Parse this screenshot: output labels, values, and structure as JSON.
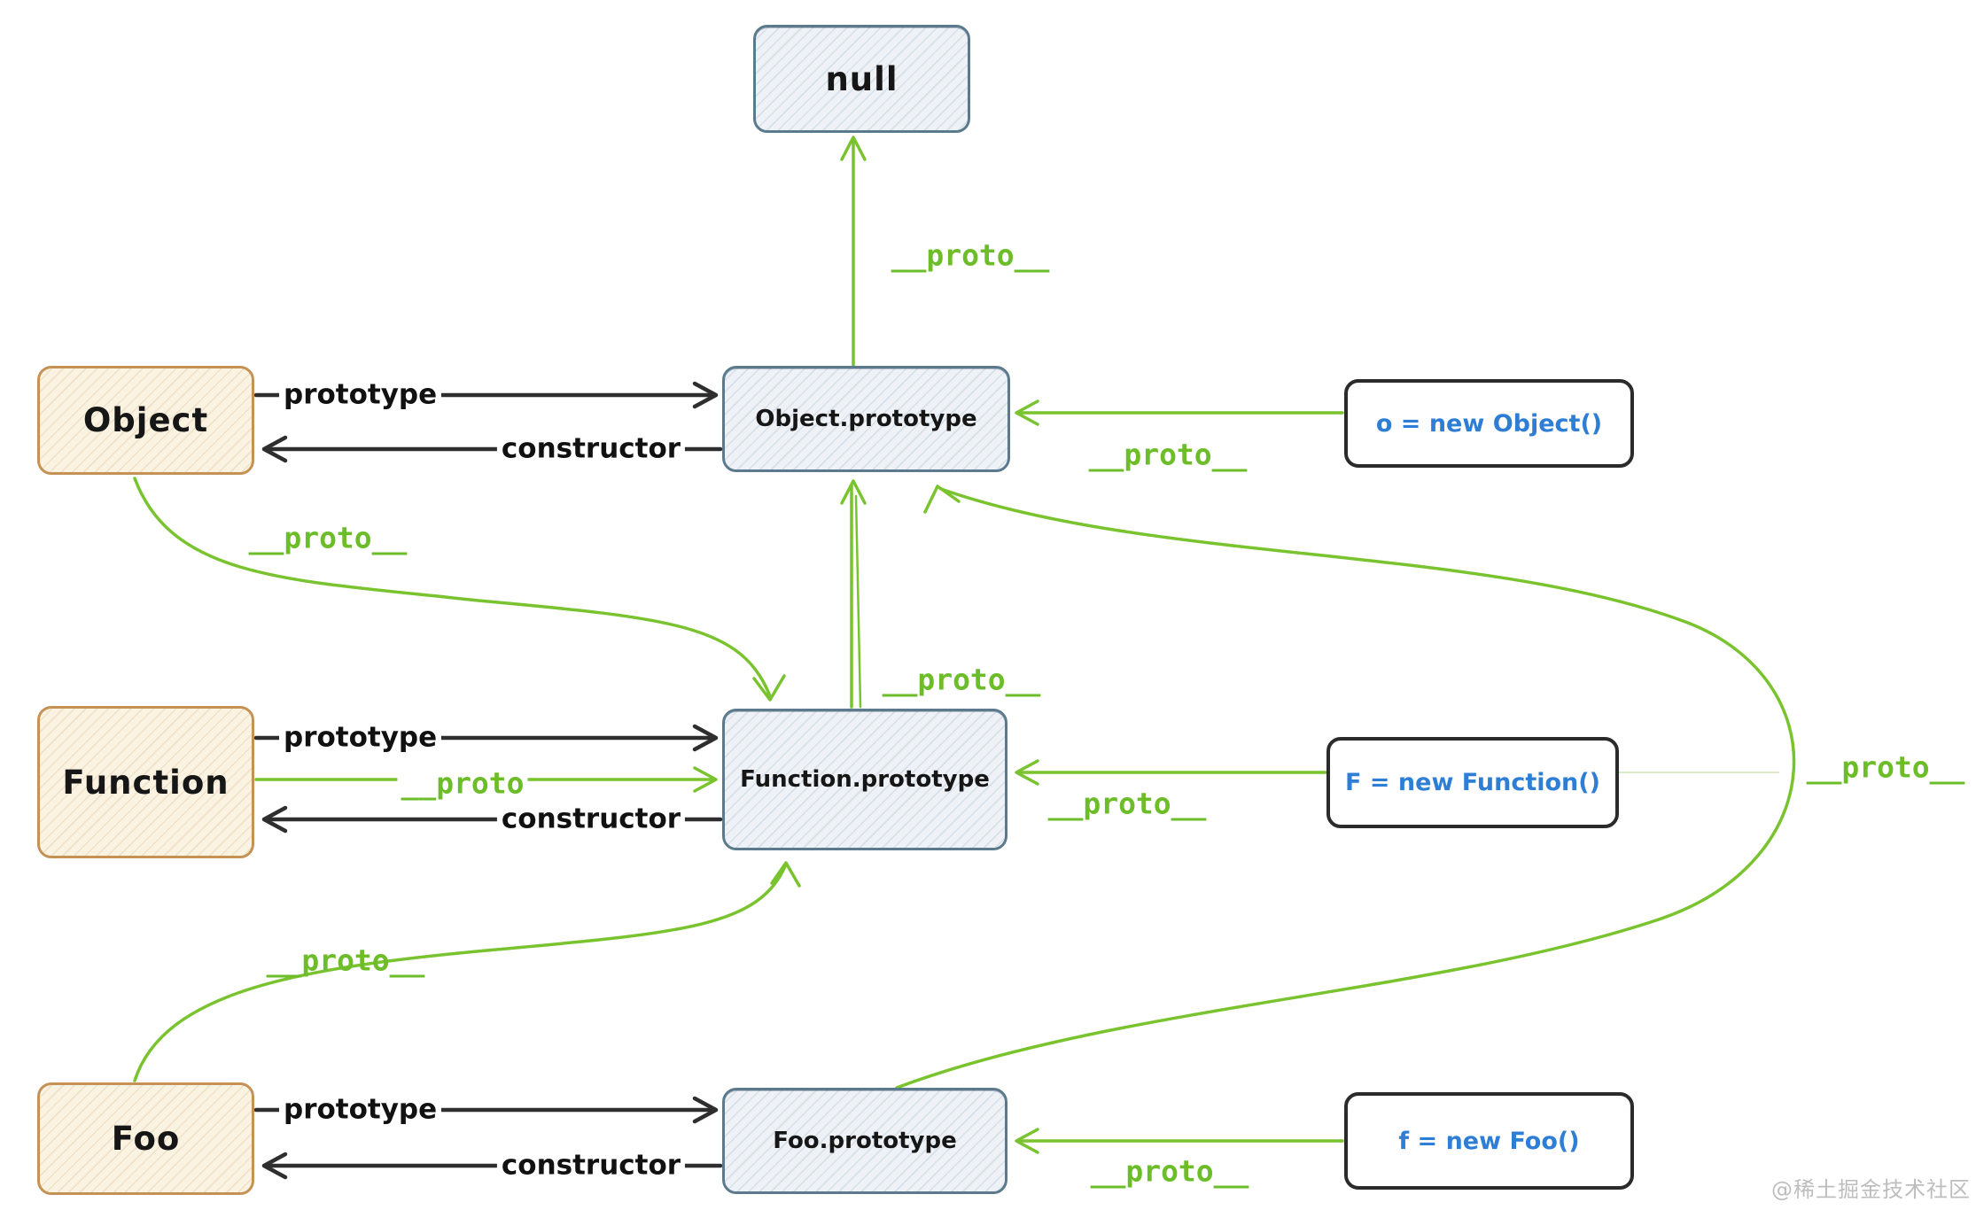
{
  "diagram": {
    "title": "JavaScript prototype chain diagram",
    "watermark": "@稀土掘金技术社区",
    "colors": {
      "green_arrow": "#79c32f",
      "black_arrow": "#2e2e2e",
      "instance_text_blue": "#2e7ed6",
      "prototype_box_fill": "#eef2f7",
      "prototype_box_border": "#5b7a8d",
      "class_box_fill": "#faf3e2",
      "class_box_border": "#c49255",
      "instance_box_border": "#2b2b2b"
    },
    "nodes": {
      "null": "null",
      "object": "Object",
      "function": "Function",
      "foo": "Foo",
      "object_prototype": "Object.prototype",
      "function_prototype": "Function.prototype",
      "foo_prototype": "Foo.prototype",
      "o_instance": "o = new Object()",
      "F_instance": "F = new Function()",
      "f_instance": "f = new Foo()"
    },
    "edge_labels": {
      "prototype": "prototype",
      "constructor": "constructor",
      "proto": "__proto__",
      "proto_short": "__proto"
    }
  }
}
